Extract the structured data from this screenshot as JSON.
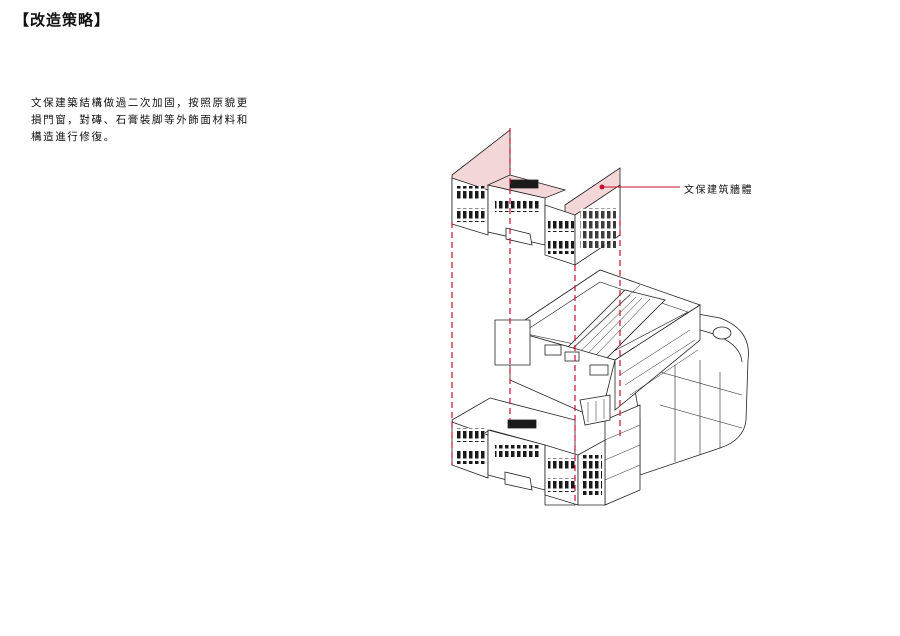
{
  "heading": "【改造策略】",
  "description": [
    "文保建築結構做過二次加固，按照原貌更",
    "損門窗，對磚、石膏裝脚等外飾面材料和",
    "構造進行修復。"
  ],
  "callout_label": "文保建筑牆體",
  "colors": {
    "highlight_fill": "#f3d6d8",
    "guide_line": "#c8102e",
    "line": "#222222"
  }
}
